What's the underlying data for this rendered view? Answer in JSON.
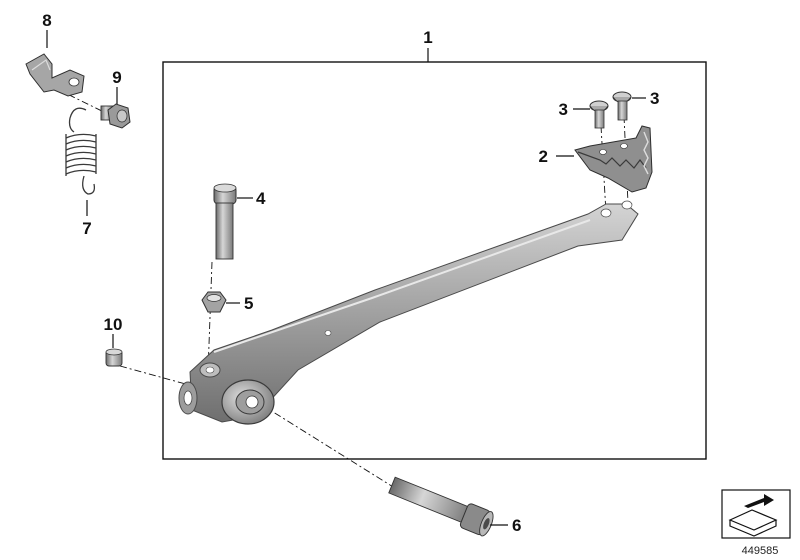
{
  "diagram": {
    "callouts": {
      "c1": "1",
      "c2": "2",
      "c3a": "3",
      "c3b": "3",
      "c4": "4",
      "c5": "5",
      "c6": "6",
      "c7": "7",
      "c8": "8",
      "c9": "9",
      "c10": "10"
    },
    "reference_number": "449585",
    "icons": [
      "part-diagram-icon"
    ],
    "colors": {
      "line": "#111111",
      "part_dark": "#8c8c8c",
      "part_light": "#c9c9c9",
      "background": "#ffffff"
    }
  }
}
